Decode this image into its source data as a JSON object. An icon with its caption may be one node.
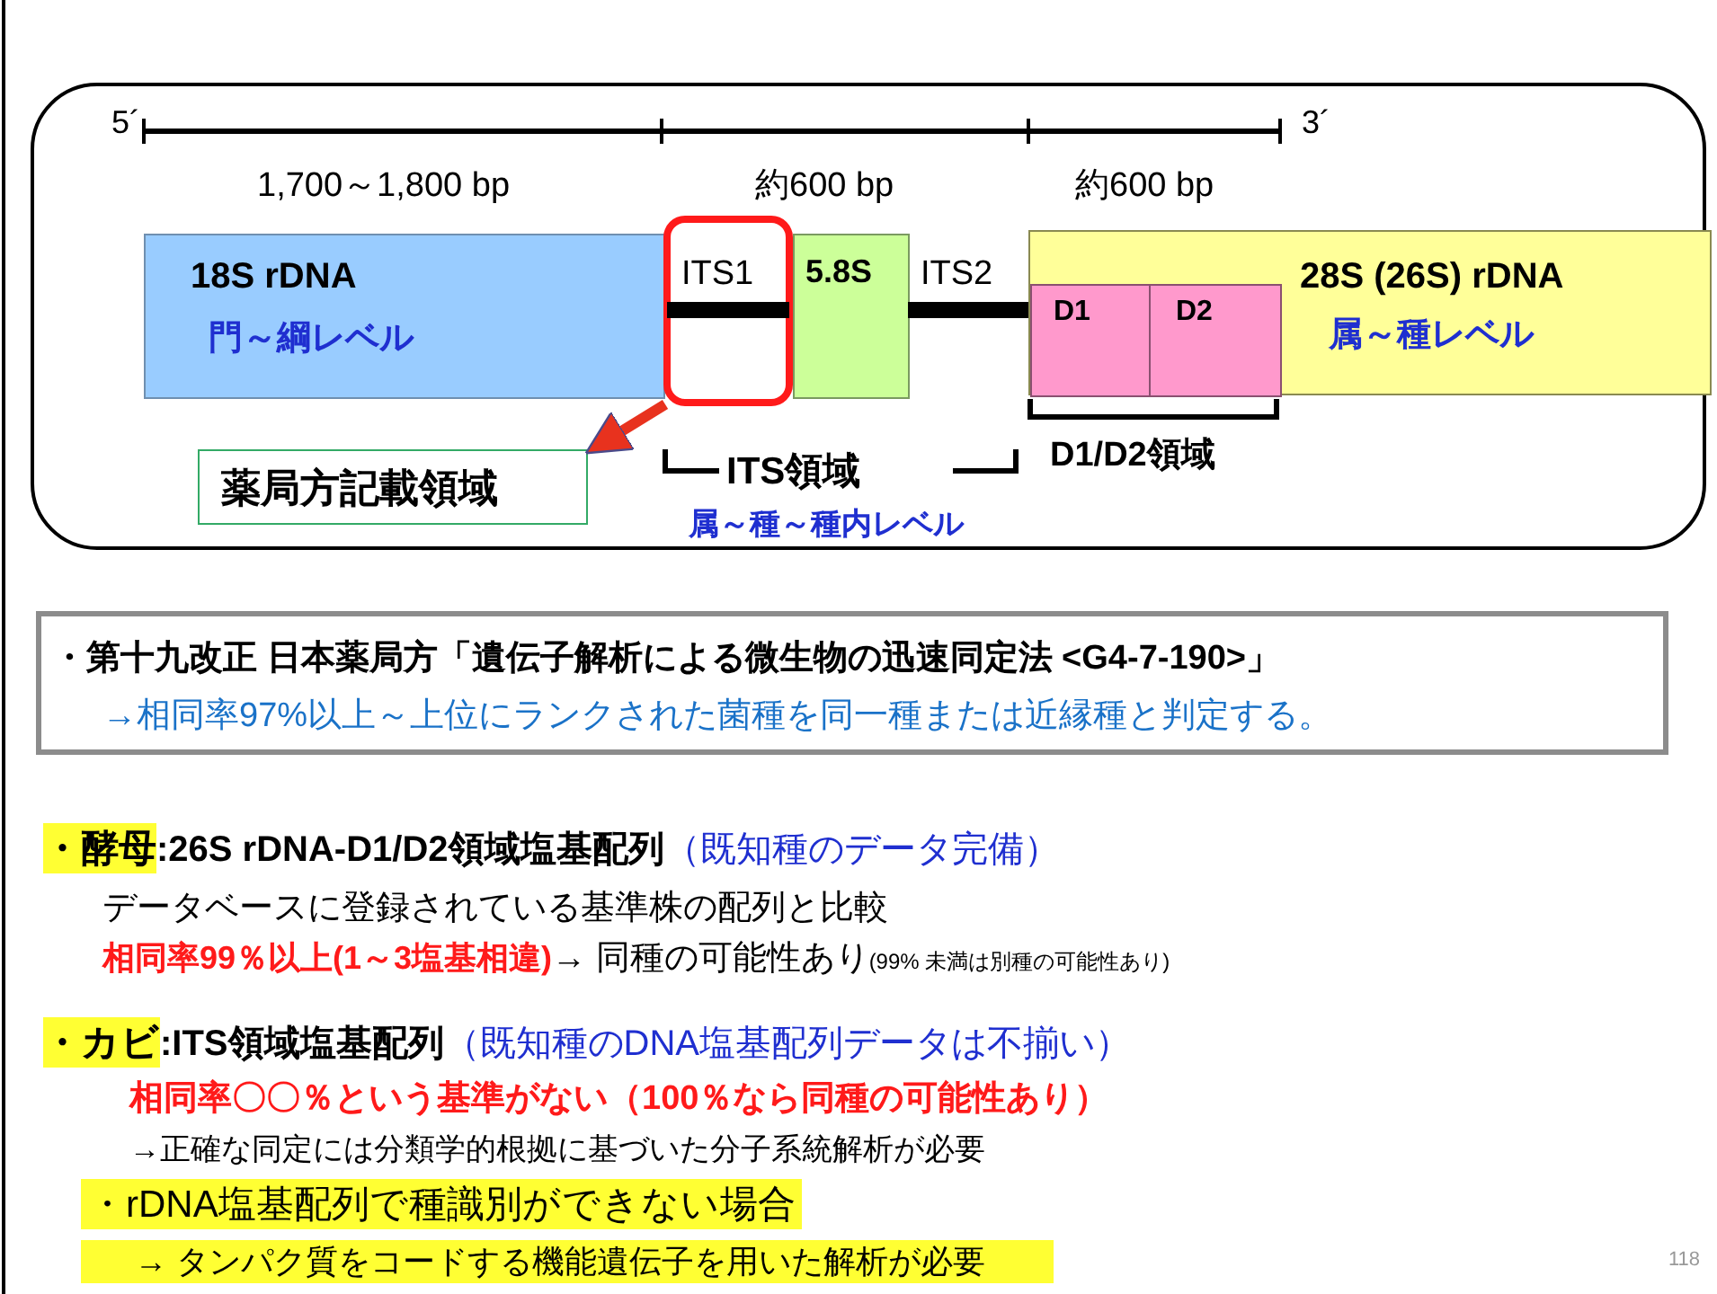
{
  "diagram": {
    "nodes": [
      {
        "text": [
          "18S rDNA",
          "門～綱レベル"
        ]
      },
      {
        "text": [
          "ITS1"
        ]
      },
      {
        "text": [
          "5.8S"
        ]
      },
      {
        "text": [
          "28S (26S) rDNA",
          "属～種レベル"
        ]
      },
      {
        "text": [
          "D1"
        ],
        "in": 3
      },
      {
        "text": [
          "D2"
        ],
        "in": 3
      },
      {
        "text": [
          "薬局方記載領域"
        ]
      },
      {
        "text": [
          "・第十九改正 日本薬局方「遺伝子解析による微生物の迅速同定法 <G4-7-190>」",
          "→相同率97%以上～上位にランクされた菌種を同一種または近縁種と判定する。"
        ]
      }
    ],
    "edges": [
      {
        "from": 1,
        "to": 6,
        "arrow": "to",
        "color": "#e8321e"
      }
    ],
    "labels": [
      "5´",
      "3´",
      "1,700～1,800 bp",
      "約600 bp",
      "約600 bp",
      "ITS2",
      "ITS領域",
      "属～種～種内レベル",
      "D1/D2領域",
      "・酵母",
      ":26S rDNA-D1/D2領域塩基配列",
      "（既知種のデータ完備）",
      "データベースに登録されている基準株の配列と比較",
      "相同率99％以上(1～3塩基相違)",
      "→ 同種の可能性あり",
      "(99% 未満は別種の可能性あり)",
      "・カビ",
      ":ITS領域塩基配列",
      "（既知種のDNA塩基配列データは不揃い）",
      "相同率〇〇％という基準がない（100％なら同種の可能性あり）",
      "→正確な同定には分類学的根拠に基づいた分子系統解析が必要",
      "・rDNA塩基配列で種識別ができない場合",
      "→ タンパク質をコードする機能遺伝子を用いた解析が必要",
      "118"
    ]
  }
}
